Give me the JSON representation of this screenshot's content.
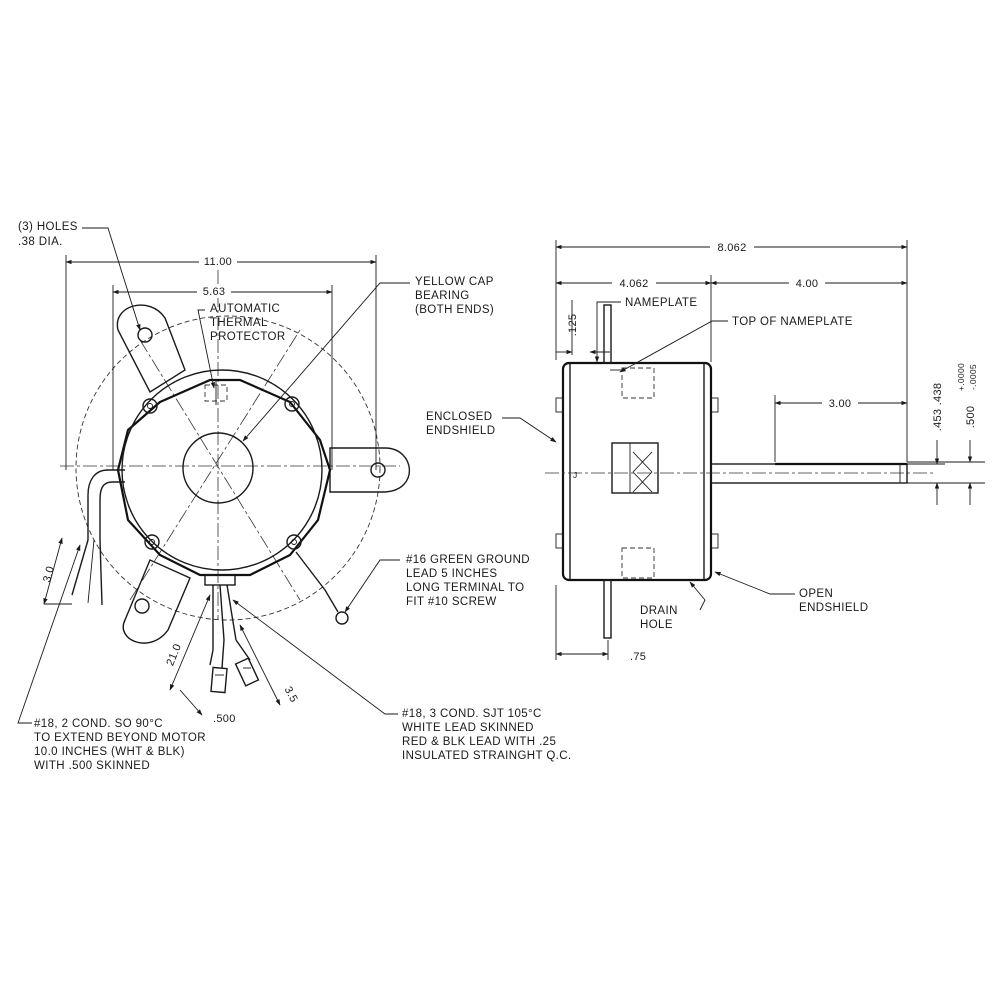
{
  "front_view": {
    "holes_callout": [
      "(3) HOLES",
      ".38 DIA."
    ],
    "dim_overall_width": "11.00",
    "dim_bolt_span": "5.63",
    "thermal_protector": [
      "AUTOMATIC",
      "THERMAL",
      "PROTECTOR"
    ],
    "bearing_callout": [
      "YELLOW CAP",
      "BEARING",
      "(BOTH ENDS)"
    ],
    "ground_lead_callout": [
      "#16 GREEN GROUND",
      "LEAD 5 INCHES",
      "LONG TERMINAL TO",
      "FIT #10 SCREW"
    ],
    "dim_lead_left": "3.0",
    "dim_lead_length": "21.0",
    "dim_terminal_len": "3.5",
    "dim_skinned": ".500",
    "two_cond_callout": [
      "#18, 2 COND. SO 90°C",
      "TO EXTEND BEYOND MOTOR",
      "10.0 INCHES (WHT & BLK)",
      "WITH .500 SKINNED"
    ],
    "three_cond_callout": [
      "#18, 3 COND. SJT 105°C",
      "WHITE LEAD SKINNED",
      "RED & BLK LEAD WITH .25",
      "INSULATED STRAINGHT Q.C."
    ]
  },
  "side_view": {
    "dim_overall_length": "8.062",
    "dim_body_length": "4.062",
    "dim_shaft_length": "4.00",
    "dim_nameplate_offset": ".125",
    "nameplate_label": "NAMEPLATE",
    "top_nameplate_label": "TOP OF NAMEPLATE",
    "dim_flat_length": "3.00",
    "dim_flat_depth": ".453 .438",
    "dim_shaft_dia": ".500",
    "shaft_tolerance": [
      "+.0000",
      "-.0005"
    ],
    "enclosed_endshield": [
      "ENCLOSED",
      "ENDSHIELD"
    ],
    "drain_hole": [
      "DRAIN",
      "HOLE"
    ],
    "open_endshield": [
      "OPEN",
      "ENDSHIELD"
    ],
    "dim_stud_offset": ".75"
  }
}
